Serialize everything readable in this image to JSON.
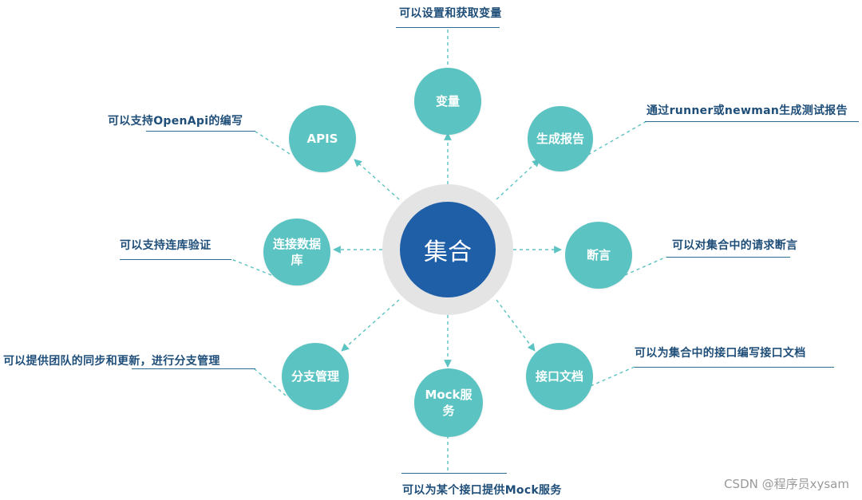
{
  "center": {
    "label": "集合"
  },
  "nodes": [
    {
      "id": "variables",
      "label": "变量",
      "desc": "可以设置和获取变量"
    },
    {
      "id": "reports",
      "label": "生成报告",
      "desc": "通过runner或newman生成测试报告"
    },
    {
      "id": "assertions",
      "label": "断言",
      "desc": "可以对集合中的请求断言"
    },
    {
      "id": "docs",
      "label": "接口文档",
      "desc": "可以为集合中的接口编写接口文档"
    },
    {
      "id": "mock",
      "label": "Mock服务",
      "desc": "可以为某个接口提供Mock服务"
    },
    {
      "id": "branch",
      "label": "分支管理",
      "desc": "可以提供团队的同步和更新，进行分支管理"
    },
    {
      "id": "database",
      "label": "连接数据库",
      "desc": "可以支持连库验证"
    },
    {
      "id": "apis",
      "label": "APIS",
      "desc": "可以支持OpenApi的编写"
    }
  ],
  "watermark": "CSDN @程序员xysam",
  "colors": {
    "center": "#1f5fa8",
    "ring": "#e4e4e4",
    "node": "#5bc3c2",
    "arrow": "#5bc3c2",
    "label": "#1f4e79"
  }
}
